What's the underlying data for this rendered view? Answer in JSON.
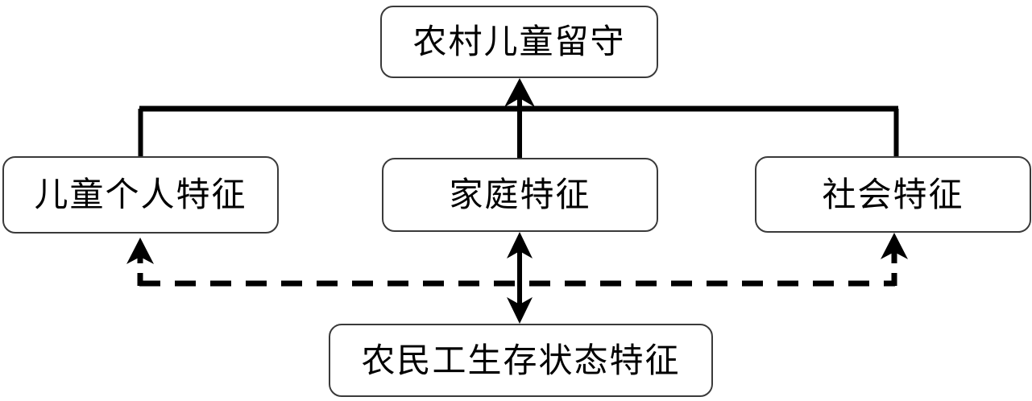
{
  "diagram": {
    "title_text": "农村儿童留守",
    "nodes": [
      {
        "id": "root",
        "label": "农村儿童留守",
        "role": "outcome"
      },
      {
        "id": "individual",
        "label": "儿童个人特征",
        "role": "factor"
      },
      {
        "id": "family",
        "label": "家庭特征",
        "role": "factor"
      },
      {
        "id": "social",
        "label": "社会特征",
        "role": "factor"
      },
      {
        "id": "bottom",
        "label": "农民工生存状态特征",
        "role": "factor"
      }
    ],
    "edges": [
      {
        "from": "individual",
        "to": "root",
        "style": "solid",
        "arrow": "single-up"
      },
      {
        "from": "family",
        "to": "root",
        "style": "solid",
        "arrow": "single-up"
      },
      {
        "from": "social",
        "to": "root",
        "style": "solid",
        "arrow": "single-up"
      },
      {
        "from": "bottom",
        "to": "family",
        "style": "solid",
        "arrow": "double"
      },
      {
        "from": "bottom",
        "to": "individual",
        "style": "dashed",
        "arrow": "single-up"
      },
      {
        "from": "bottom",
        "to": "social",
        "style": "dashed",
        "arrow": "single-up"
      }
    ],
    "colors": {
      "box_border": "#3a3a3a",
      "connector": "#000000",
      "background": "#ffffff",
      "text": "#000000"
    }
  }
}
